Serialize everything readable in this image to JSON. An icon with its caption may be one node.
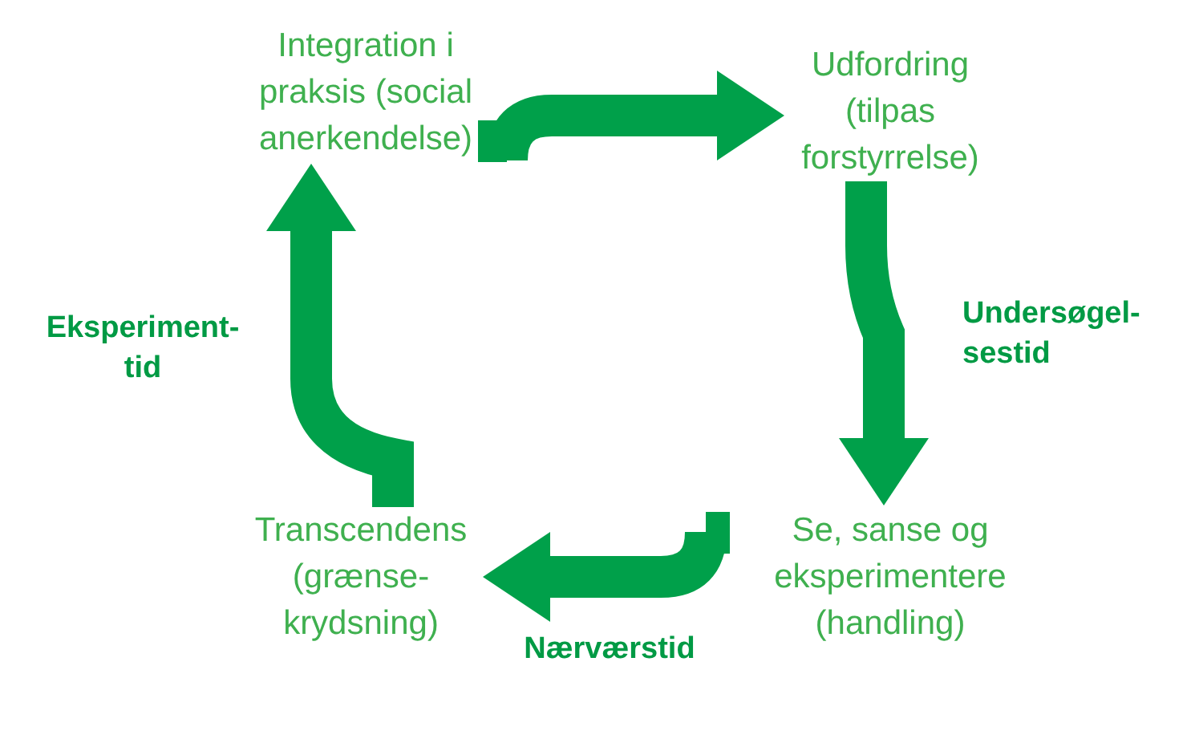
{
  "diagram": {
    "nodes": [
      {
        "text": [
          "Integration i praksis (social anerkendelse)"
        ]
      },
      {
        "text": [
          "Udfordring (tilpas forstyrrelse)"
        ]
      },
      {
        "text": [
          "Se, sanse og eksperimentere (handling)"
        ]
      },
      {
        "text": [
          "Transcendens (grænse- krydsning)"
        ]
      }
    ],
    "edges": [
      {
        "from": 0,
        "to": 1,
        "arrow": "to"
      },
      {
        "from": 1,
        "to": 2,
        "arrow": "to",
        "label": "Undersøgel- sestid"
      },
      {
        "from": 2,
        "to": 3,
        "arrow": "to",
        "label": "Nærværstid"
      },
      {
        "from": 3,
        "to": 0,
        "arrow": "to",
        "label": "Eksperiment- tid"
      }
    ]
  }
}
